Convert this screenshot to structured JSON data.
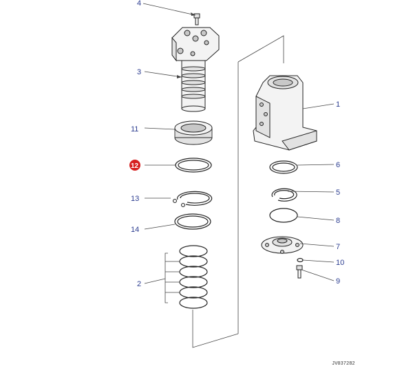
{
  "callouts": {
    "c1": "1",
    "c2": "2",
    "c3": "3",
    "c4": "4",
    "c5": "5",
    "c6": "6",
    "c7": "7",
    "c8": "8",
    "c9": "9",
    "c10": "10",
    "c11": "11",
    "c12": "12",
    "c13": "13",
    "c14": "14"
  },
  "highlight_callout": "12",
  "drawing_code": "JV037282",
  "colors": {
    "label": "#2a3b8f",
    "highlight": "#d62020",
    "line": "#444444"
  }
}
